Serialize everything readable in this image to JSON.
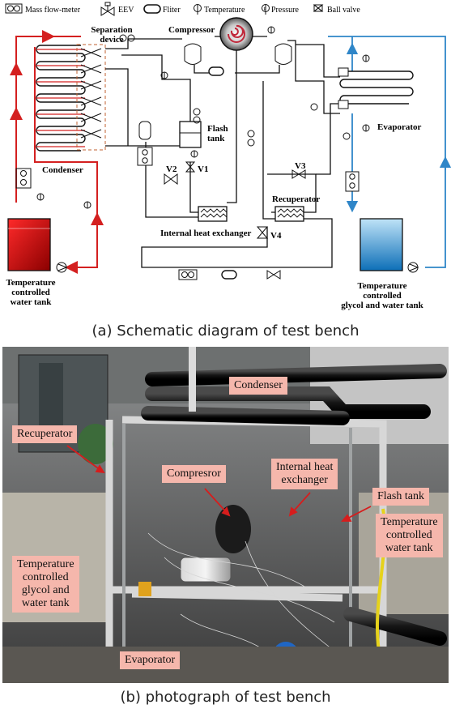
{
  "legend": {
    "mass_flow_meter": "Mass flow-meter",
    "eev": "EEV",
    "filter": "Fliter",
    "temperature": "Temperature",
    "pressure": "Pressure",
    "ball_valve": "Ball valve"
  },
  "schematic": {
    "separation_device": [
      "Separation",
      "device"
    ],
    "compressor": "Compressor",
    "condenser": "Condenser",
    "flash_tank": [
      "Flash",
      "tank"
    ],
    "evaporator": "Evaporator",
    "recuperator": "Recuperator",
    "internal_heat_exchanger": "Internal heat exchanger",
    "valves": {
      "v1": "V1",
      "v2": "V2",
      "v3": "V3",
      "v4": "V4"
    },
    "water_tank": [
      "Temperature",
      "controlled",
      "water tank"
    ],
    "glycol_tank": [
      "Temperature",
      "controlled",
      "glycol and water tank"
    ],
    "sensor_t": "T",
    "sensor_p": "P"
  },
  "captions": {
    "a": "(a) Schematic diagram of test bench",
    "b": "(b) photograph of test bench"
  },
  "photo_labels": {
    "condenser": "Condenser",
    "recuperator": "Recuperator",
    "compressor": "Compresror",
    "internal_heat_exchanger": [
      "Internal heat",
      "exchanger"
    ],
    "flash_tank": "Flash tank",
    "water_tank": [
      "Temperature",
      "controlled",
      "water tank"
    ],
    "glycol_tank": [
      "Temperature",
      "controlled",
      "glycol and",
      "water tank"
    ],
    "evaporator": "Evaporator"
  },
  "colors": {
    "hot_water": "#d42020",
    "glycol": "#2f86c8",
    "refrigerant": "#111111",
    "label_fill": "#f5b7ac"
  }
}
